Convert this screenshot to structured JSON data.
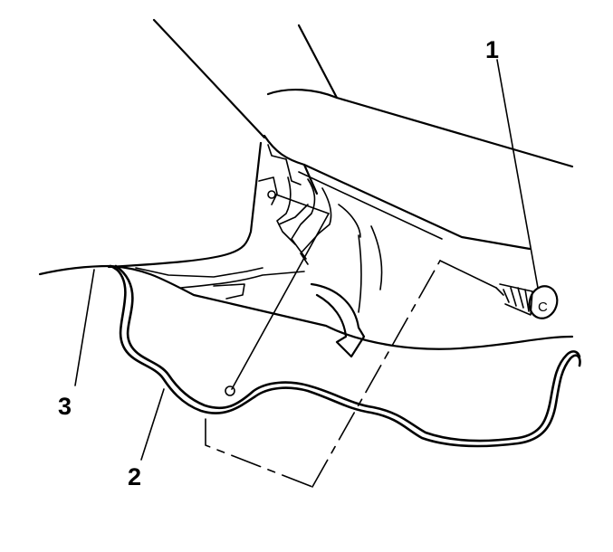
{
  "figure": {
    "type": "service-manual line illustration",
    "line_color": "#000000",
    "background_color": "#ffffff"
  },
  "callouts": [
    {
      "id": "1",
      "label": "1"
    },
    {
      "id": "2",
      "label": "2"
    },
    {
      "id": "3",
      "label": "3"
    }
  ],
  "parts": {
    "fastener": {
      "icon": "push-pin-retainer-icon",
      "letter": "C"
    },
    "direction_arrow": {
      "icon": "curved-arrow-icon"
    }
  }
}
